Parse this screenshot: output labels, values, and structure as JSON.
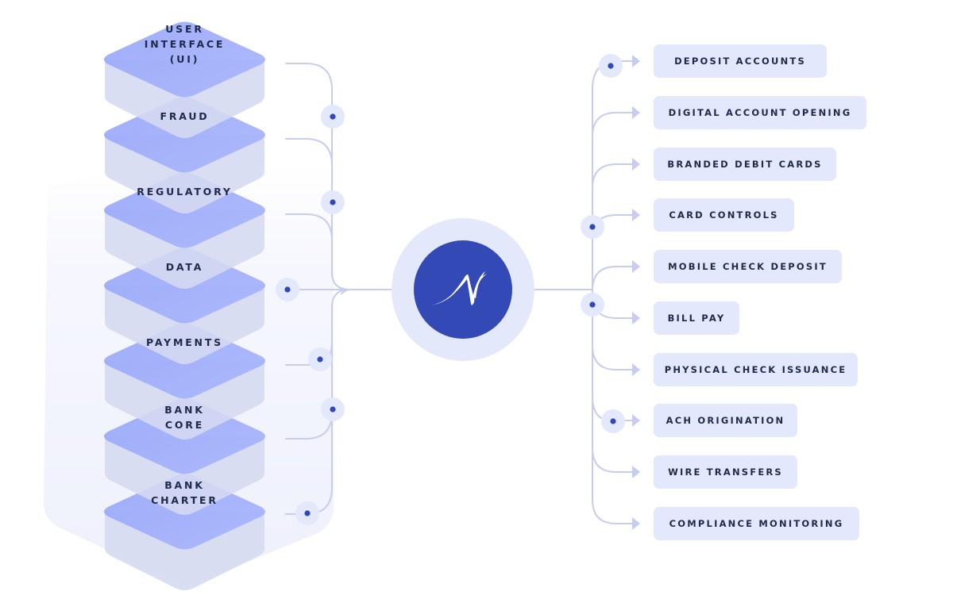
{
  "diagram": {
    "title": "Banking platform stack and product capabilities",
    "colors": {
      "layer_top": "#a3b0fb",
      "layer_side": "#d5d9f0",
      "line": "#c7cdee",
      "dot": "#2f49b8",
      "dot_halo": "#e4e8fb",
      "logo_bg": "#3349b6",
      "logo_halo": "#e4e8fb",
      "pill_bg": "#e4e8fd",
      "text": "#1f2a4a"
    },
    "stack_layers": [
      {
        "label": "USER INTERFACE (UI)",
        "lines": [
          "USER",
          "INTERFACE",
          "(UI)"
        ]
      },
      {
        "label": "FRAUD",
        "lines": [
          "FRAUD"
        ]
      },
      {
        "label": "REGULATORY",
        "lines": [
          "REGULATORY"
        ]
      },
      {
        "label": "DATA",
        "lines": [
          "DATA"
        ]
      },
      {
        "label": "PAYMENTS",
        "lines": [
          "PAYMENTS"
        ]
      },
      {
        "label": "BANK CORE",
        "lines": [
          "BANK",
          "CORE"
        ]
      },
      {
        "label": "BANK CHARTER",
        "lines": [
          "BANK",
          "CHARTER"
        ]
      }
    ],
    "center_logo": {
      "icon": "brand-logo-icon"
    },
    "products": [
      {
        "label": "DEPOSIT ACCOUNTS",
        "active_dot": true
      },
      {
        "label": "DIGITAL ACCOUNT OPENING",
        "active_dot": false
      },
      {
        "label": "BRANDED DEBIT CARDS",
        "active_dot": false
      },
      {
        "label": "CARD CONTROLS",
        "active_dot": true
      },
      {
        "label": "MOBILE CHECK DEPOSIT",
        "active_dot": false
      },
      {
        "label": "BILL PAY",
        "active_dot": true
      },
      {
        "label": "PHYSICAL CHECK ISSUANCE",
        "active_dot": false
      },
      {
        "label": "ACH ORIGINATION",
        "active_dot": true
      },
      {
        "label": "WIRE TRANSFERS",
        "active_dot": false
      },
      {
        "label": "COMPLIANCE MONITORING",
        "active_dot": false
      }
    ]
  }
}
